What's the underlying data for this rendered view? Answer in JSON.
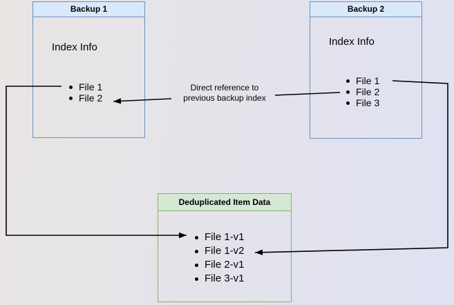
{
  "diagram": {
    "backup1": {
      "title": "Backup 1",
      "heading": "Index Info",
      "items": [
        "File 1",
        "File 2"
      ]
    },
    "backup2": {
      "title": "Backup 2",
      "heading": "Index Info",
      "items": [
        "File 1",
        "File 2",
        "File 3"
      ]
    },
    "dedup": {
      "title": "Deduplicated Item Data",
      "items": [
        "File 1-v1",
        "File 1-v2",
        "File 2-v1",
        "File 3-v1"
      ]
    },
    "edge_label": "Direct reference to previous backup index",
    "colors": {
      "background_left": "#e8e5e3",
      "background_right": "#dfe2f2",
      "blue_fill": "#dae8fc",
      "blue_border": "#6c8ebf",
      "green_fill": "#d5e8d4",
      "green_border": "#82b366",
      "connector": "#000000"
    }
  }
}
